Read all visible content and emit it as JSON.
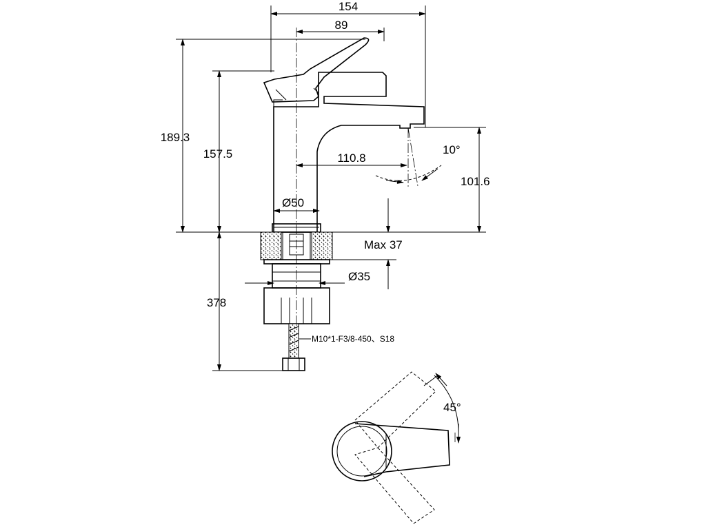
{
  "dimensions": {
    "overall_width": "154",
    "handle_reach": "89",
    "total_height": "189.3",
    "body_height": "157.5",
    "spout_reach": "110.8",
    "spout_angle": "10°",
    "spout_height": "101.6",
    "base_diameter": "Ø50",
    "max_deck_thickness": "Max 37",
    "shank_diameter": "Ø35",
    "hose_length": "378",
    "hose_spec": "M10*1-F3/8-450、S18",
    "handle_rotation": "45°"
  },
  "colors": {
    "line": "#000000",
    "background": "#ffffff"
  }
}
